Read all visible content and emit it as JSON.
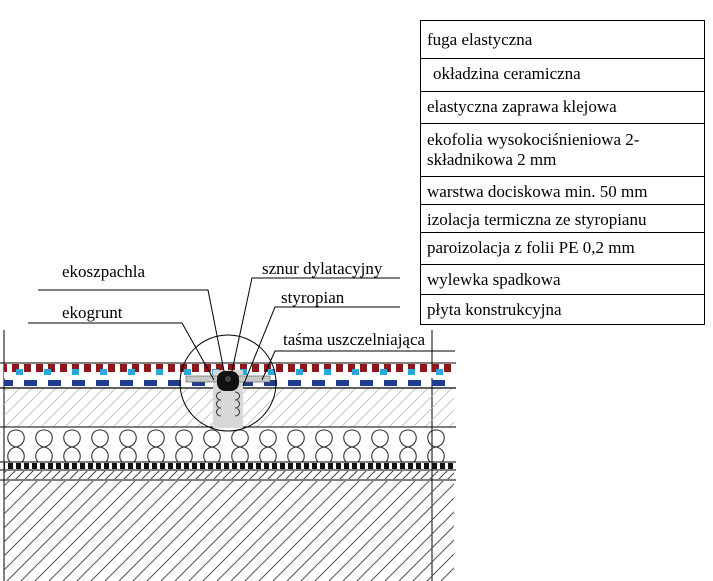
{
  "legend": [
    "fuga elastyczna",
    "okładzina ceramiczna",
    "elastyczna zaprawa klejowa",
    "ekofolia wysokociśnieniowa 2-składnikowa 2 mm",
    "warstwa dociskowa min. 50 mm",
    "izolacja termiczna ze styropianu",
    "paroizolacja z folii PE 0,2 mm",
    "wylewka spadkowa",
    "płyta konstrukcyjna"
  ],
  "callouts": {
    "ekoszpachla": "ekoszpachla",
    "sznur": "sznur dylatacyjny",
    "styropian": "styropian",
    "ekogrunt": "ekogrunt",
    "tasma": "taśma uszczelniająca"
  },
  "colors": {
    "tile_red": "#8b1a1a",
    "membrane_blue": "#1f3d8c",
    "accent_cyan": "#29a9d9",
    "joint_black": "#111111"
  }
}
